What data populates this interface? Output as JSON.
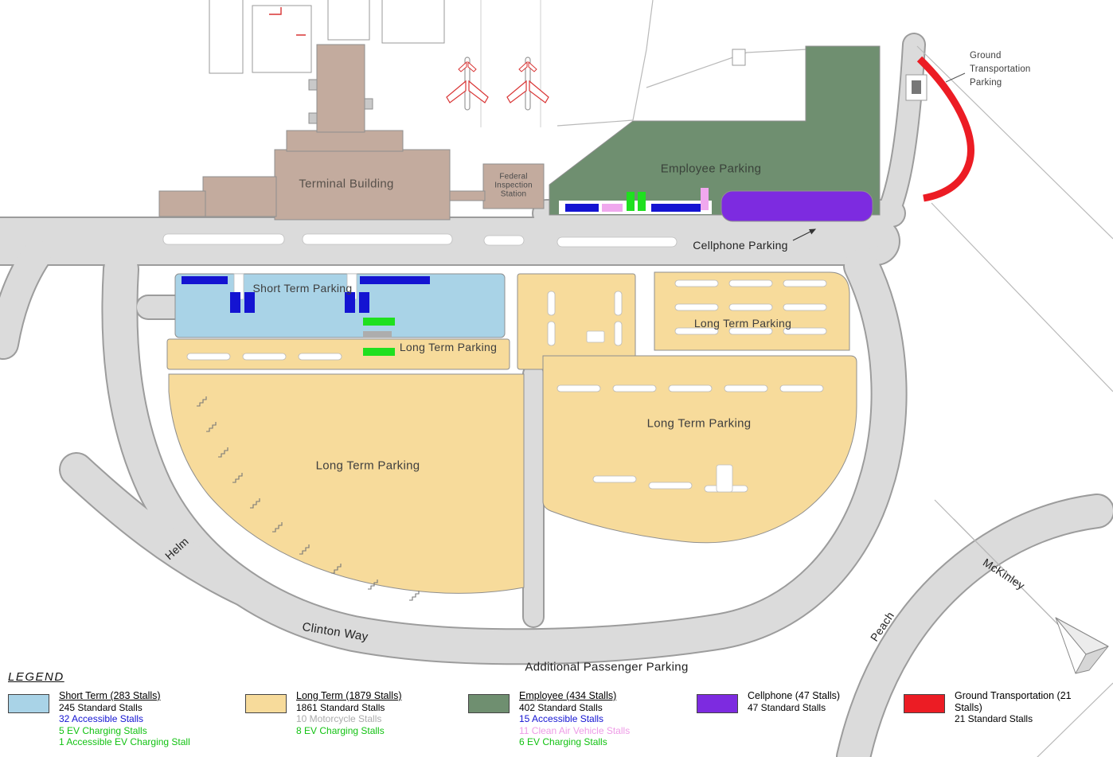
{
  "colors": {
    "road": "#DBDBDB",
    "road_edge": "#9C9C9C",
    "short_term": "#A9D3E7",
    "long_term": "#F7DB9B",
    "employee": "#6F8F70",
    "cellphone": "#7D2BE0",
    "ground_transportation": "#EC1C24",
    "terminal": "#C3AB9E",
    "accessible": "#1414D2",
    "ev_charging": "#1FE01F",
    "ev_text": "#12C212",
    "clean_air": "#F0A8EE",
    "clean_air_text": "#EE9BE6",
    "motorcycle": "#ADADAD",
    "motorcycle_text": "#ABABAB"
  },
  "map": {
    "terminal": "Terminal Building",
    "federal": [
      "Federal",
      "Inspection",
      "Station"
    ],
    "employee": "Employee Parking",
    "cellphone": "Cellphone Parking",
    "ground": [
      "Ground",
      "Transportation",
      "Parking"
    ],
    "short_term": "Short Term Parking",
    "long_term": "Long Term Parking",
    "additional": "Additional Passenger Parking",
    "streets": {
      "helm": "Helm",
      "clinton": "Clinton Way",
      "peach": "Peach",
      "mckinley": "McKinley"
    }
  },
  "legend": {
    "title": "LEGEND",
    "items": [
      {
        "title": "Short Term (283 Stalls)",
        "lines": [
          "245 Standard Stalls",
          "32 Accessible Stalls",
          "5 EV Charging Stalls",
          "1 Accessible EV Charging Stall"
        ]
      },
      {
        "title": "Long Term (1879 Stalls)",
        "lines": [
          "1861 Standard Stalls",
          "10 Motorcycle Stalls",
          "8 EV Charging Stalls"
        ]
      },
      {
        "title": "Employee (434 Stalls)",
        "lines": [
          "402 Standard Stalls",
          "15 Accessible Stalls",
          "11 Clean Air Vehicle Stalls",
          "6 EV Charging Stalls"
        ]
      },
      {
        "title": "Cellphone (47 Stalls)",
        "lines": [
          "47 Standard Stalls"
        ]
      },
      {
        "title": "Ground Transportation (21 Stalls)",
        "lines": [
          "21 Standard Stalls"
        ]
      }
    ]
  }
}
